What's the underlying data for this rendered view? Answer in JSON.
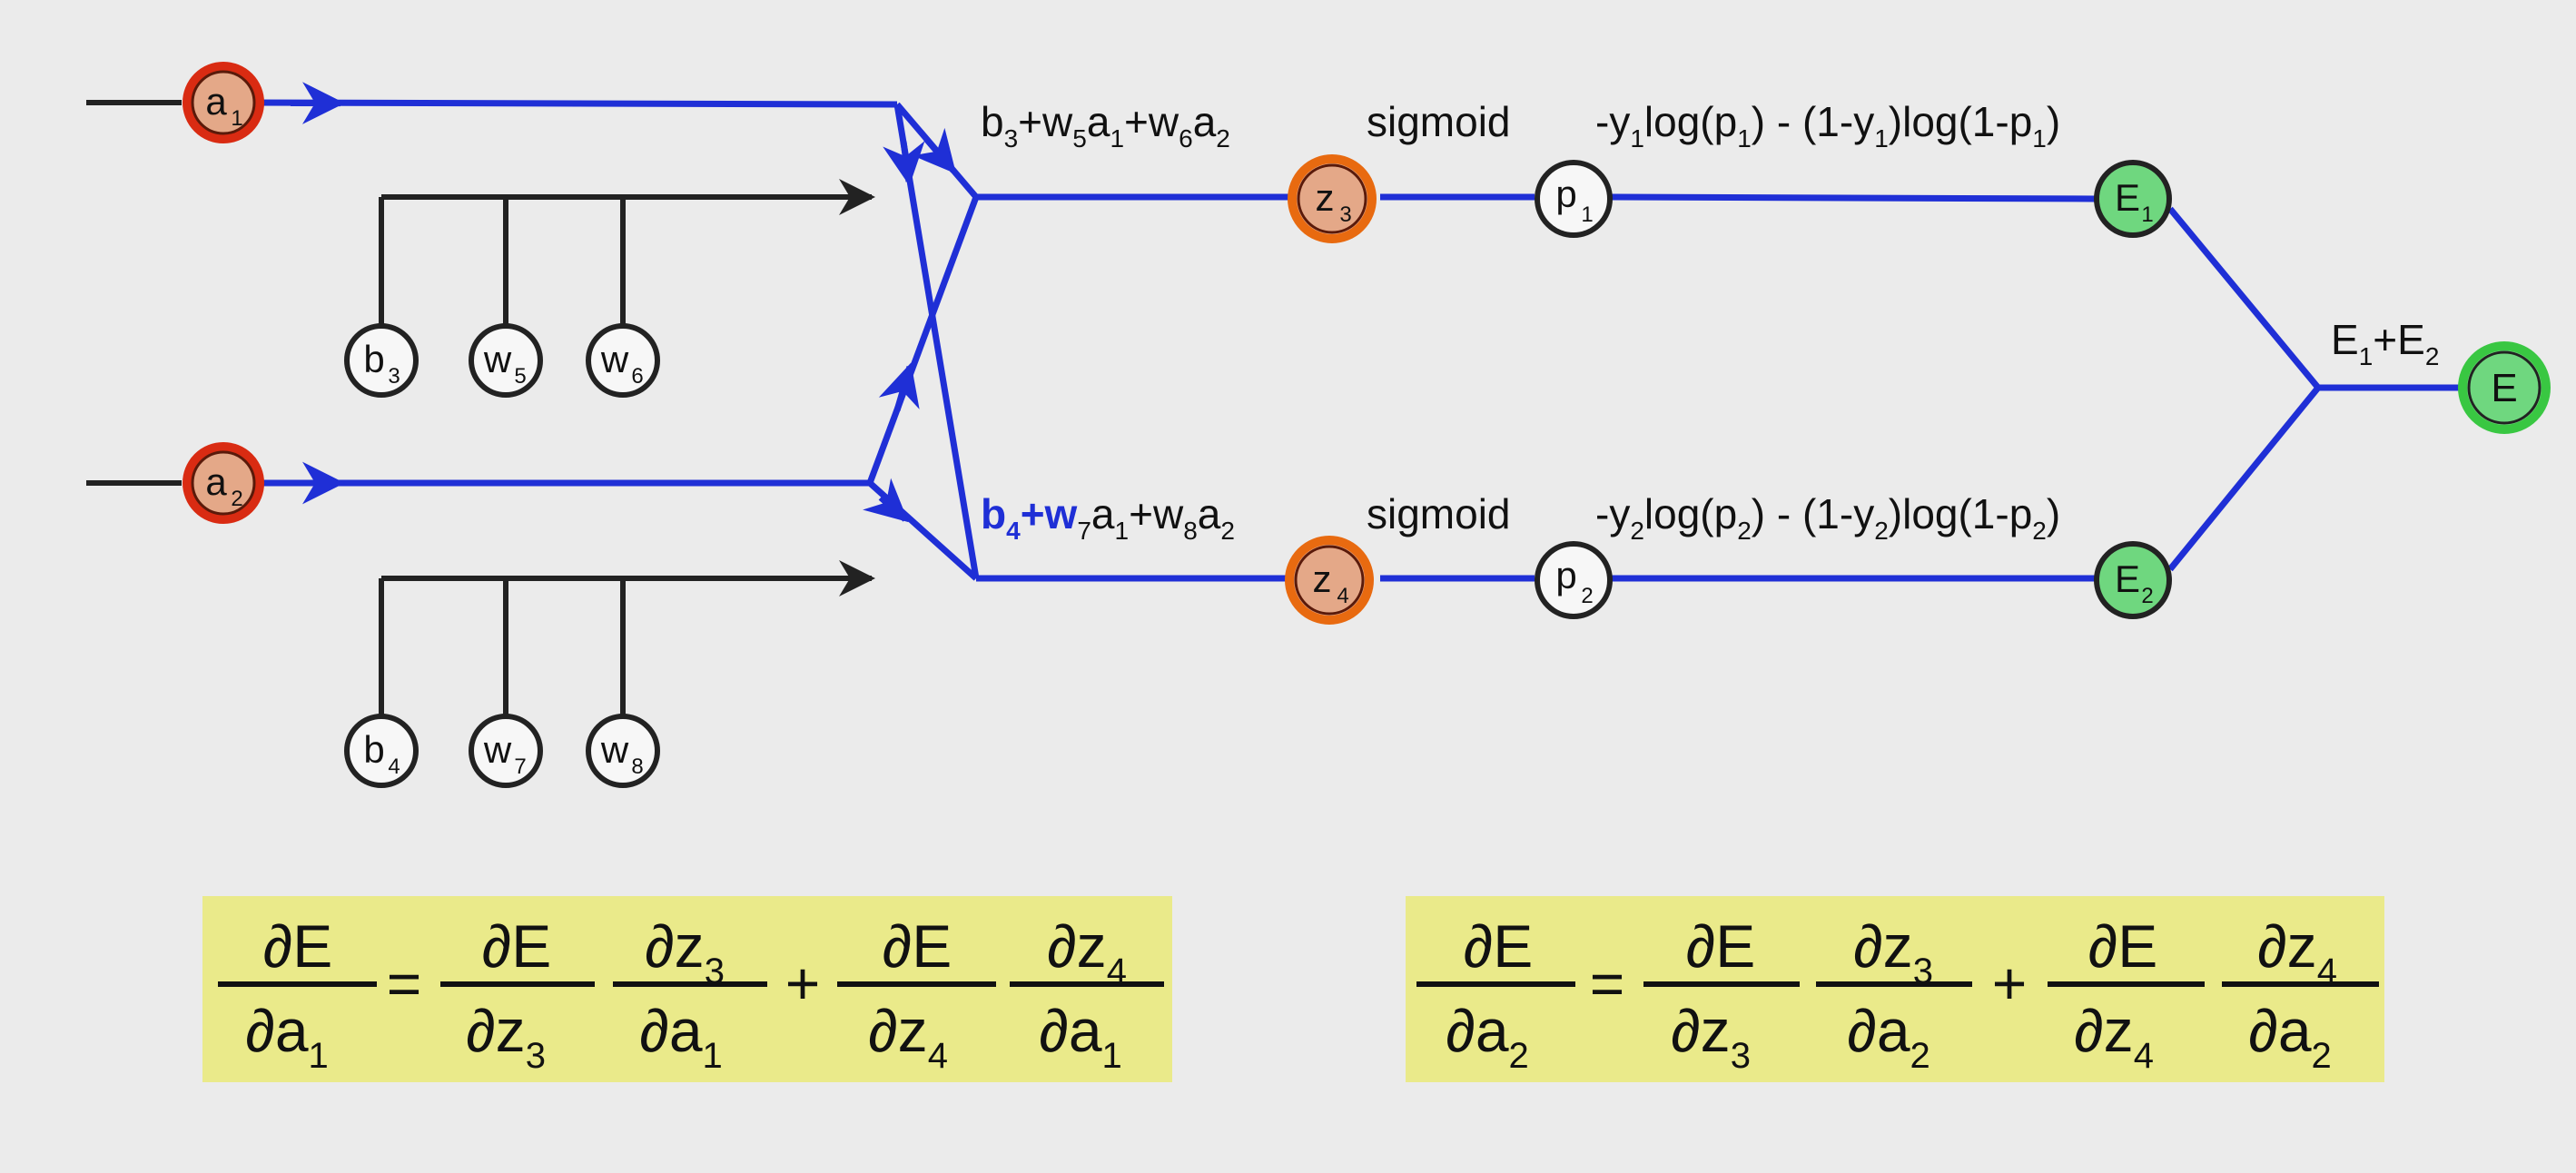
{
  "colors": {
    "background": "#ebebeb",
    "edge_blue": "#1f2fd6",
    "edge_black": "#222222",
    "node_input_fill": "#e4a888",
    "node_input_ring": "#d92b12",
    "node_z_ring": "#e86a10",
    "node_error_fill": "#6fd77f",
    "node_error_ring": "#39c742",
    "node_plain_fill": "#f7f7f7",
    "formula_box": "#eaea8a"
  },
  "nodes": {
    "a1": {
      "main": "a",
      "sub": "1"
    },
    "a2": {
      "main": "a",
      "sub": "2"
    },
    "b3": {
      "main": "b",
      "sub": "3"
    },
    "w5": {
      "main": "w",
      "sub": "5"
    },
    "w6": {
      "main": "w",
      "sub": "6"
    },
    "b4": {
      "main": "b",
      "sub": "4"
    },
    "w7": {
      "main": "w",
      "sub": "7"
    },
    "w8": {
      "main": "w",
      "sub": "8"
    },
    "z3": {
      "main": "z",
      "sub": "3"
    },
    "z4": {
      "main": "z",
      "sub": "4"
    },
    "p1": {
      "main": "p",
      "sub": "1"
    },
    "p2": {
      "main": "p",
      "sub": "2"
    },
    "E1": {
      "main": "E",
      "sub": "1"
    },
    "E2": {
      "main": "E",
      "sub": "2"
    },
    "E": {
      "main": "E"
    }
  },
  "labels": {
    "z3_formula": {
      "p1": "b",
      "s1": "3",
      "p2": "+w",
      "s2": "5",
      "p3": "a",
      "s3": "1",
      "p4": "+w",
      "s4": "6",
      "p5": "a",
      "s5": "2"
    },
    "z4_formula": {
      "p1": "b",
      "s1": "4",
      "p2": "+w",
      "s2": "7",
      "p3": "a",
      "s3": "1",
      "p4": "+w",
      "s4": "8",
      "p5": "a",
      "s5": "2"
    },
    "sigmoid_top": "sigmoid",
    "sigmoid_bottom": "sigmoid",
    "loss_top": {
      "p1": "-y",
      "s1": "1",
      "p2": "log(p",
      "s2": "1",
      "p3": ") - (1-y",
      "s3": "1",
      "p4": ")log(1-p",
      "s4": "1",
      "p5": ")"
    },
    "loss_bottom": {
      "p1": "-y",
      "s1": "2",
      "p2": "log(p",
      "s2": "2",
      "p3": ") - (1-y",
      "s3": "2",
      "p4": ")log(1-p",
      "s4": "2",
      "p5": ")"
    },
    "total_error": {
      "p1": "E",
      "s1": "1",
      "p2": "+E",
      "s2": "2"
    }
  },
  "formulas": {
    "dE_da1": {
      "lhs": {
        "num": "∂E",
        "den": "∂a",
        "den_sub": "1"
      },
      "eq": "=",
      "plus": "+",
      "t1": {
        "num": "∂E",
        "den": "∂z",
        "den_sub": "3"
      },
      "t2": {
        "num": "∂z",
        "num_sub": "3",
        "den": "∂a",
        "den_sub": "1"
      },
      "t3": {
        "num": "∂E",
        "den": "∂z",
        "den_sub": "4"
      },
      "t4": {
        "num": "∂z",
        "num_sub": "4",
        "den": "∂a",
        "den_sub": "1"
      }
    },
    "dE_da2": {
      "lhs": {
        "num": "∂E",
        "den": "∂a",
        "den_sub": "2"
      },
      "eq": "=",
      "plus": "+",
      "t1": {
        "num": "∂E",
        "den": "∂z",
        "den_sub": "3"
      },
      "t2": {
        "num": "∂z",
        "num_sub": "3",
        "den": "∂a",
        "den_sub": "2"
      },
      "t3": {
        "num": "∂E",
        "den": "∂z",
        "den_sub": "4"
      },
      "t4": {
        "num": "∂z",
        "num_sub": "4",
        "den": "∂a",
        "den_sub": "2"
      }
    }
  }
}
